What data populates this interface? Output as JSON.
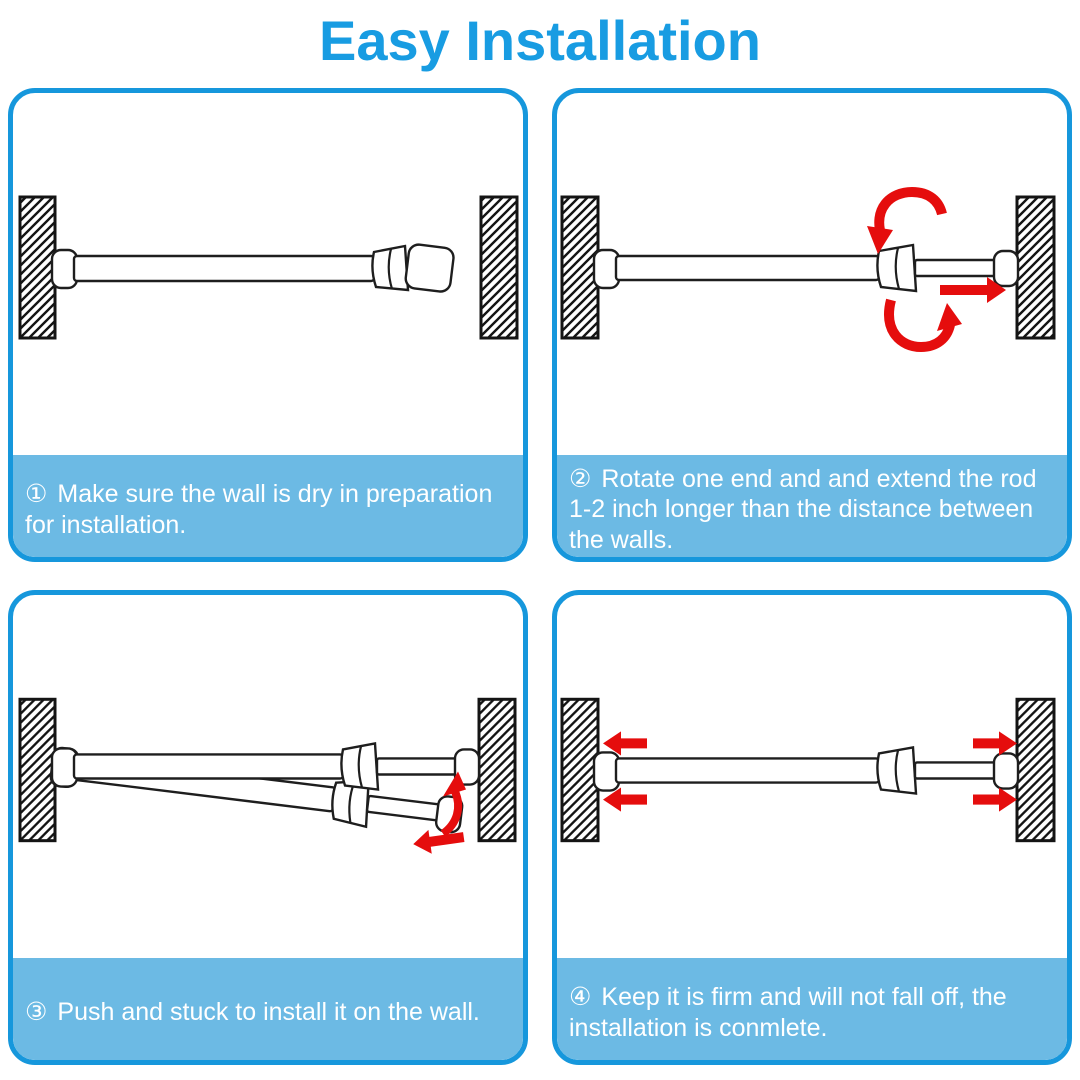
{
  "title": "Easy Installation",
  "colors": {
    "accent_blue": "#189CE2",
    "panel_border_blue": "#1697DC",
    "caption_background_blue": "#6CBAE4",
    "caption_text": "#FFFFFF",
    "arrow_red": "#E50D0D",
    "line_black": "#1E1E1E"
  },
  "panels": [
    {
      "step_number": "①",
      "caption": "Make sure the wall is dry in preparation for installation.",
      "illustration": "tension-rod-retracted-between-dry-walls"
    },
    {
      "step_number": "②",
      "caption": "Rotate one end and and extend the rod 1-2 inch longer than the distance between the walls.",
      "illustration": "rotate-end-and-extend-rod-with-red-rotation-and-extend-arrows"
    },
    {
      "step_number": "③",
      "caption": "Push and stuck to install it on the wall.",
      "illustration": "push-tilted-rod-up-into-horizontal-position"
    },
    {
      "step_number": "④",
      "caption": "Keep it is firm and will not fall off, the installation is conmlete.",
      "illustration": "rod-installed-with-pressure-arrows-against-walls"
    }
  ]
}
